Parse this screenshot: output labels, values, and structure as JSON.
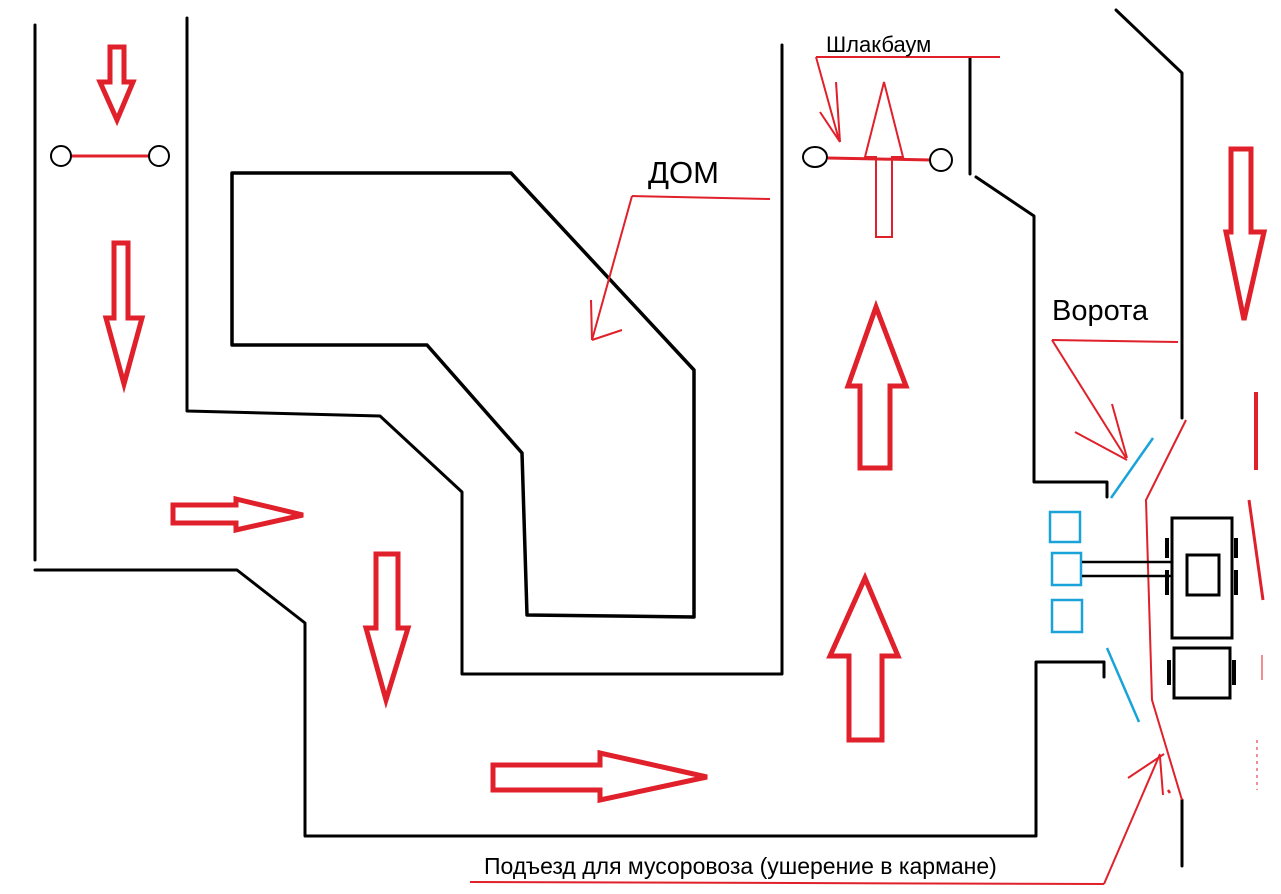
{
  "labels": {
    "barrier": "Шлакбаум",
    "house": "ДОМ",
    "gate": "Ворота",
    "truck_access": "Подъезд для мусоровоза (ушерение в кармане)"
  },
  "colors": {
    "wall": "#000000",
    "arrow": "#e0202a",
    "pointer": "#e0202a",
    "bin": "#1aa3d8",
    "gate_leaf": "#1aa3d8",
    "background": "#ffffff"
  },
  "icons": {
    "barrier": "barrier-icon",
    "arrow": "direction-arrow-icon",
    "bin": "trash-bin-icon",
    "truck": "garbage-truck-icon"
  }
}
